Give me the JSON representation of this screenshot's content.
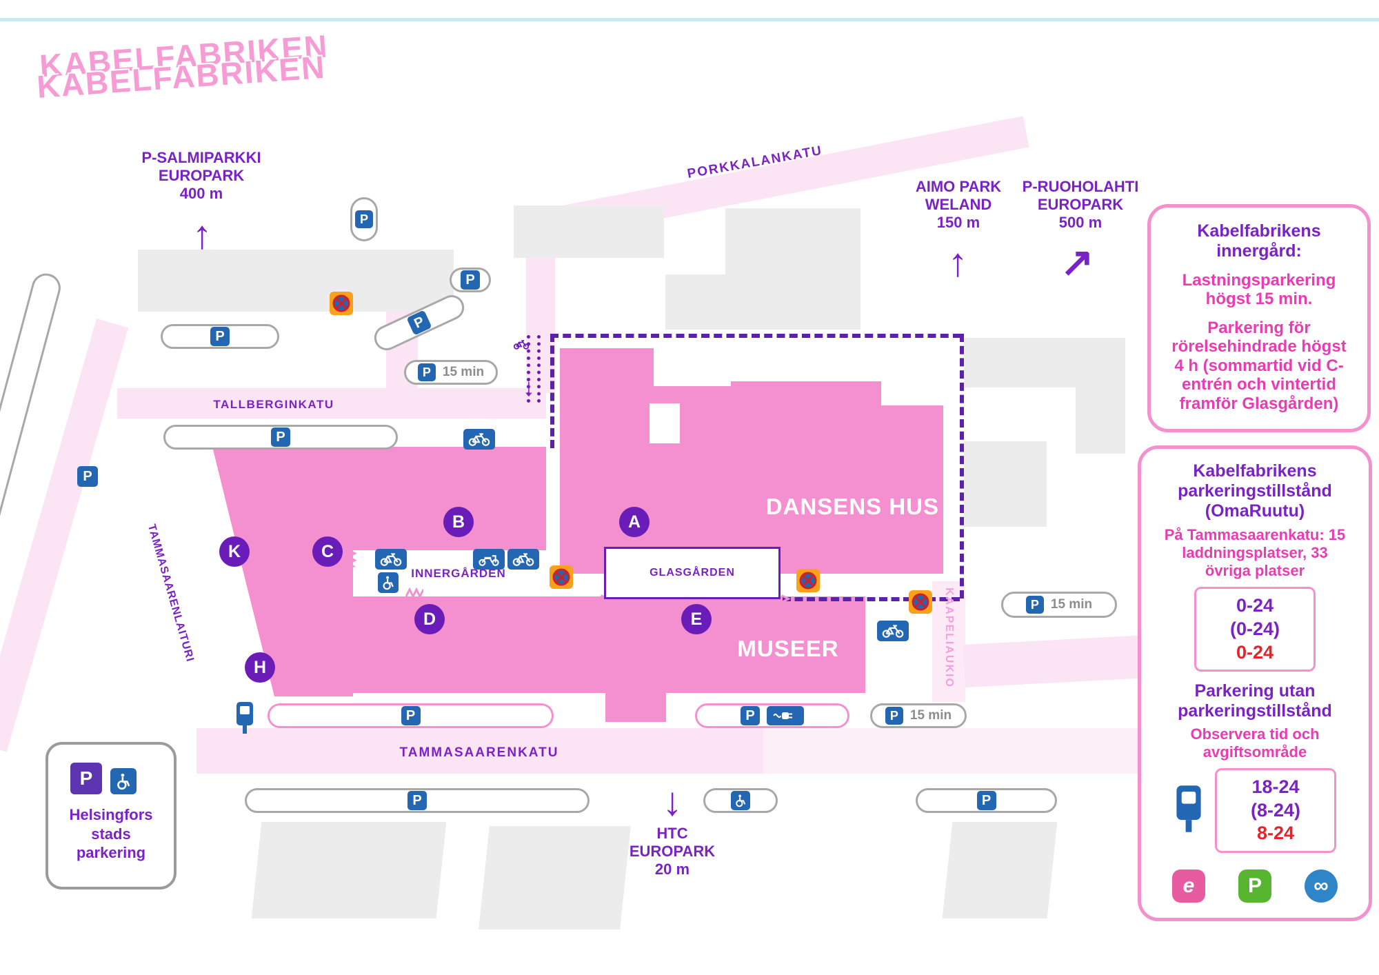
{
  "logo": {
    "line1": "KABELFABRIKEN",
    "line2": "KABELFABRIKEN"
  },
  "icons": {
    "arrow_up": "↑",
    "arrow_up_right": "↗",
    "arrow_down": "↓"
  },
  "streets": {
    "porkkalankatu": "PORKKALANKATU",
    "tallberginkatu": "TALLBERGINKATU",
    "tammasaarenkatu": "TAMMASAARENKATU",
    "tammasaarenlaituri": "TAMMASAARENLAITURI",
    "kaapeliaukio": "KAAPELIAUKIO"
  },
  "directions": {
    "salmiparkki": "P-SALMIPARKKI\nEUROPARK\n400 m",
    "aimo": "AIMO PARK\nWELAND\n150 m",
    "ruoholahti": "P-RUOHOLAHTI\nEUROPARK\n500 m",
    "htc": "HTC\nEUROPARK\n20 m"
  },
  "buildings": {
    "dansens_hus": "DANSENS HUS",
    "museer": "MUSEER",
    "innergarden": "INNERGÅRDEN",
    "glasgarden": "GLASGÅRDEN"
  },
  "entrances": {
    "a": "A",
    "b": "B",
    "c": "C",
    "d": "D",
    "e": "E",
    "h": "H",
    "k": "K"
  },
  "signs": {
    "p": "P",
    "min15": "15 min"
  },
  "legend": {
    "city_parking": "Helsingfors\nstads\nparkering"
  },
  "info_innergard": {
    "title": "Kabelfabrikens\ninnergård:",
    "p1": "Lastningsparkering\nhögst 15 min.",
    "p2": "Parkering för\nrörelsehindrade högst\n4 h (sommartid vid C-\nentrén och vintertid\nframför Glasgården)"
  },
  "info_permit": {
    "title": "Kabelfabrikens\nparkeringstillstånd\n(OmaRuutu)",
    "subtitle": "På Tammasaarenkatu: 15\nladdningsplatser, 33\növriga platser",
    "times_permit": [
      "0-24",
      "(0-24)",
      "0-24"
    ],
    "no_permit_title": "Parkering utan\nparkeringstillstånd",
    "no_permit_note": "Observera tid och\navgiftsområde",
    "times_public": [
      "18-24",
      "(8-24)",
      "8-24"
    ]
  },
  "apps": {
    "easypark": "e",
    "parkman": "P",
    "app3": "∞"
  },
  "colors": {
    "building_pink": "#F48FD0",
    "street_pink": "#FBE4F4",
    "accent_purple": "#7B22C7",
    "accent_magenta": "#E93CB4",
    "alert_red": "#E5242A",
    "sign_blue": "#2367B2",
    "no_parking_orange": "#F9A11B"
  }
}
